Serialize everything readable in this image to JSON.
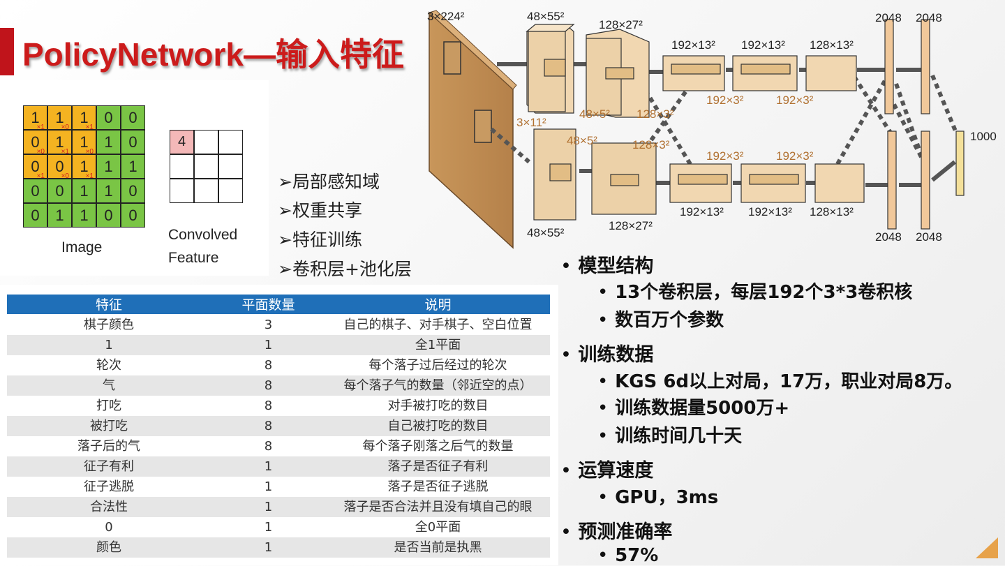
{
  "title": "PolicyNetwork—输入特征",
  "colors": {
    "accent": "#c0141b",
    "title": "#cc1b1b",
    "table_header": "#1f6fb8",
    "row_alt": "#e6e6e6",
    "conv_orange": "#f4b321",
    "conv_green": "#7ac545",
    "feature_pink": "#f4b8b8",
    "corner": "#e7a24a"
  },
  "conv": {
    "image_grid": [
      [
        "1",
        "1",
        "1",
        "0",
        "0"
      ],
      [
        "0",
        "1",
        "1",
        "1",
        "0"
      ],
      [
        "0",
        "0",
        "1",
        "1",
        "1"
      ],
      [
        "0",
        "0",
        "1",
        "1",
        "0"
      ],
      [
        "0",
        "1",
        "1",
        "0",
        "0"
      ]
    ],
    "kernel_weights": [
      [
        "×1",
        "×0",
        "×1"
      ],
      [
        "×0",
        "×1",
        "×0"
      ],
      [
        "×1",
        "×0",
        "×1"
      ]
    ],
    "feature_value": "4",
    "image_label": "Image",
    "feature_label_line1": "Convolved",
    "feature_label_line2": "Feature"
  },
  "bullets_mid": [
    "➢局部感知域",
    "➢权重共享",
    "➢特征训练",
    "➢卷积层+池化层"
  ],
  "architecture": {
    "labels": [
      {
        "text": "3×224²",
        "color": "#222"
      },
      {
        "text": "48×55²",
        "color": "#222"
      },
      {
        "text": "128×27²",
        "color": "#222"
      },
      {
        "text": "192×13²",
        "color": "#222"
      },
      {
        "text": "192×13²",
        "color": "#222"
      },
      {
        "text": "128×13²",
        "color": "#222"
      },
      {
        "text": "2048",
        "color": "#222"
      },
      {
        "text": "2048",
        "color": "#222"
      },
      {
        "text": "3×11²",
        "color": "#b07030"
      },
      {
        "text": "48×5²",
        "color": "#b07030"
      },
      {
        "text": "128×3²",
        "color": "#b07030"
      },
      {
        "text": "192×3²",
        "color": "#b07030"
      },
      {
        "text": "192×3²",
        "color": "#b07030"
      },
      {
        "text": "48×5²",
        "color": "#b07030"
      },
      {
        "text": "128×3²",
        "color": "#b07030"
      },
      {
        "text": "192×3²",
        "color": "#b07030"
      },
      {
        "text": "192×3²",
        "color": "#b07030"
      },
      {
        "text": "1000",
        "color": "#222"
      },
      {
        "text": "48×55²",
        "color": "#222"
      },
      {
        "text": "128×27²",
        "color": "#222"
      },
      {
        "text": "192×13²",
        "color": "#222"
      },
      {
        "text": "192×13²",
        "color": "#222"
      },
      {
        "text": "128×13²",
        "color": "#222"
      },
      {
        "text": "2048",
        "color": "#222"
      },
      {
        "text": "2048",
        "color": "#222"
      }
    ]
  },
  "table": {
    "headers": [
      "特征",
      "平面数量",
      "说明"
    ],
    "rows": [
      [
        "棋子颜色",
        "3",
        "自己的棋子、对手棋子、空白位置"
      ],
      [
        "1",
        "1",
        "全1平面"
      ],
      [
        "轮次",
        "8",
        "每个落子过后经过的轮次"
      ],
      [
        "气",
        "8",
        "每个落子气的数量（邻近空的点）"
      ],
      [
        "打吃",
        "8",
        "对手被打吃的数目"
      ],
      [
        "被打吃",
        "8",
        "自己被打吃的数目"
      ],
      [
        "落子后的气",
        "8",
        "每个落子刚落之后气的数量"
      ],
      [
        "征子有利",
        "1",
        "落子是否征子有利"
      ],
      [
        "征子逃脱",
        "1",
        "落子是否征子逃脱"
      ],
      [
        "合法性",
        "1",
        "落子是否合法并且没有填自己的眼"
      ],
      [
        "0",
        "1",
        "全0平面"
      ],
      [
        "颜色",
        "1",
        "是否当前是执黑"
      ]
    ]
  },
  "right_bullets": [
    {
      "level": 1,
      "text": "模型结构"
    },
    {
      "level": 2,
      "text": "13个卷积层，每层192个3*3卷积核"
    },
    {
      "level": 2,
      "text": "数百万个参数"
    },
    {
      "level": 1,
      "text": "训练数据"
    },
    {
      "level": 2,
      "text": "KGS 6d以上对局，17万，职业对局8万。"
    },
    {
      "level": 2,
      "text": "训练数据量5000万+"
    },
    {
      "level": 2,
      "text": "训练时间几十天"
    },
    {
      "level": 1,
      "text": "运算速度"
    },
    {
      "level": 2,
      "text": "GPU，3ms"
    },
    {
      "level": 1,
      "text": "预测准确率"
    },
    {
      "level": 2,
      "text": "57%"
    }
  ]
}
